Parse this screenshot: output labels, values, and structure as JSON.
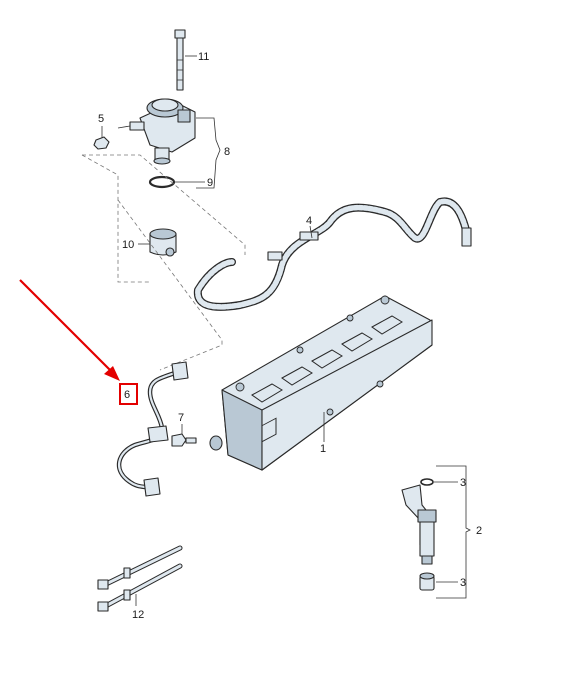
{
  "labels": [
    {
      "id": "1",
      "text": "1"
    },
    {
      "id": "2",
      "text": "2"
    },
    {
      "id": "3a",
      "text": "3"
    },
    {
      "id": "3b",
      "text": "3"
    },
    {
      "id": "4",
      "text": "4"
    },
    {
      "id": "5",
      "text": "5"
    },
    {
      "id": "6",
      "text": "6"
    },
    {
      "id": "7",
      "text": "7"
    },
    {
      "id": "8",
      "text": "8"
    },
    {
      "id": "9",
      "text": "9"
    },
    {
      "id": "10",
      "text": "10"
    },
    {
      "id": "11",
      "text": "11"
    },
    {
      "id": "12",
      "text": "12"
    }
  ],
  "colors": {
    "part_fill": "#dfe8ef",
    "part_shade": "#b9c8d4",
    "outline": "#2a2a2a",
    "highlight": "#e30000"
  },
  "highlighted_label": "6"
}
